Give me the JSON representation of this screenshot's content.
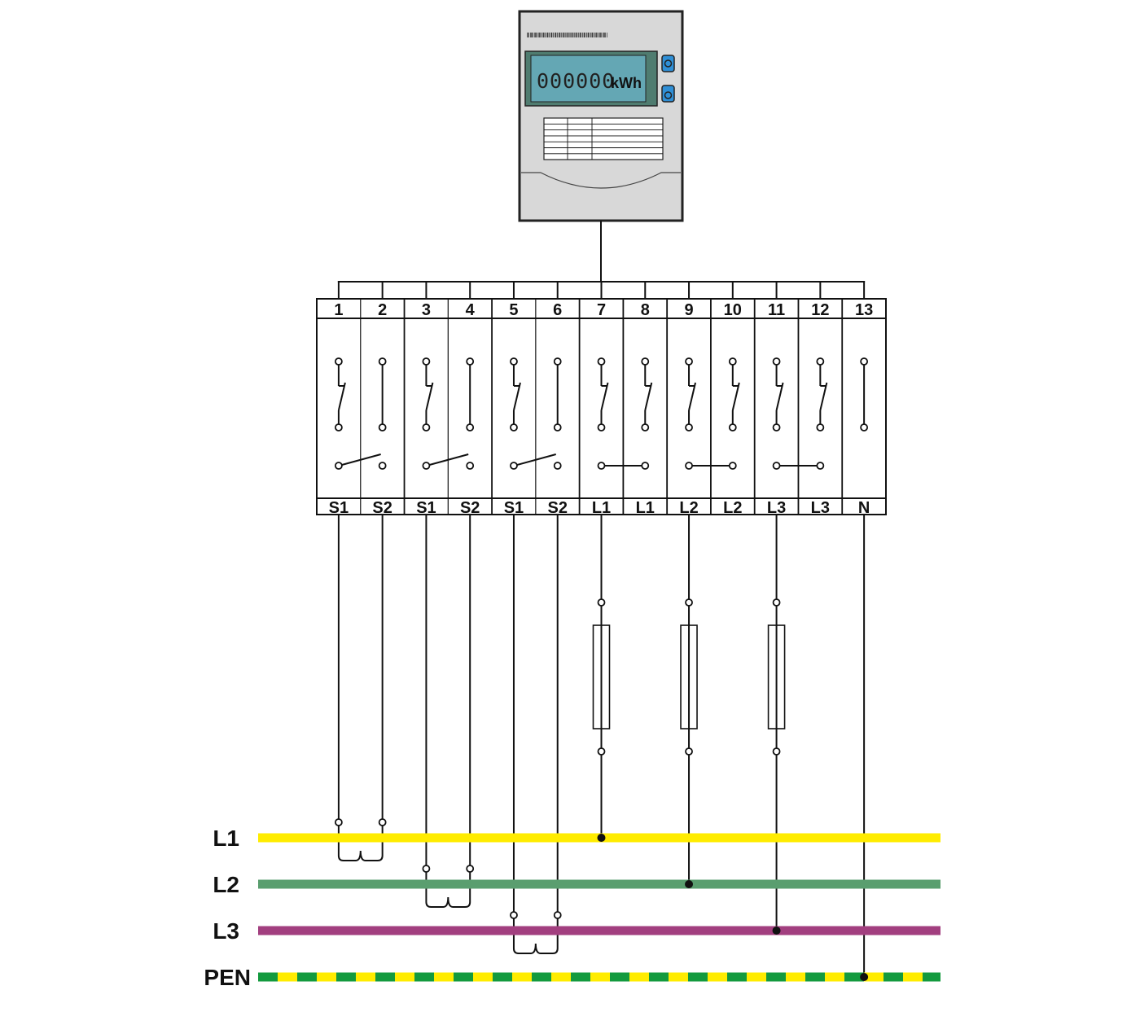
{
  "meter": {
    "display_digits": "000000",
    "unit": "kWh",
    "colors": {
      "body": "#d8d8d8",
      "screen": "#64a7b4",
      "screen_frame": "#4f7c70",
      "button": "#2f8fd6"
    }
  },
  "terminal_block": {
    "terminals": [
      {
        "number": "1",
        "label": "S1",
        "switch": "disconnect",
        "bottom": "bridge-open"
      },
      {
        "number": "2",
        "label": "S2",
        "switch": "straight",
        "bottom": "pivot"
      },
      {
        "number": "3",
        "label": "S1",
        "switch": "disconnect",
        "bottom": "bridge-open"
      },
      {
        "number": "4",
        "label": "S2",
        "switch": "straight",
        "bottom": "pivot"
      },
      {
        "number": "5",
        "label": "S1",
        "switch": "disconnect",
        "bottom": "bridge-open"
      },
      {
        "number": "6",
        "label": "S2",
        "switch": "straight",
        "bottom": "pivot"
      },
      {
        "number": "7",
        "label": "L1",
        "switch": "disconnect",
        "bottom": "bridge-closed"
      },
      {
        "number": "8",
        "label": "L1",
        "switch": "disconnect",
        "bottom": "pivot"
      },
      {
        "number": "9",
        "label": "L2",
        "switch": "disconnect",
        "bottom": "bridge-closed"
      },
      {
        "number": "10",
        "label": "L2",
        "switch": "disconnect",
        "bottom": "pivot"
      },
      {
        "number": "11",
        "label": "L3",
        "switch": "disconnect",
        "bottom": "bridge-closed"
      },
      {
        "number": "12",
        "label": "L3",
        "switch": "disconnect",
        "bottom": "pivot"
      },
      {
        "number": "13",
        "label": "N",
        "switch": "straight",
        "bottom": "none"
      }
    ]
  },
  "busbars": [
    {
      "label": "L1",
      "color": "#ffec00"
    },
    {
      "label": "L2",
      "color": "#5a9e6f"
    },
    {
      "label": "L3",
      "color": "#a23f7f"
    },
    {
      "label": "PEN",
      "color": "#ffec00",
      "stripe_color": "#139a3e"
    }
  ]
}
